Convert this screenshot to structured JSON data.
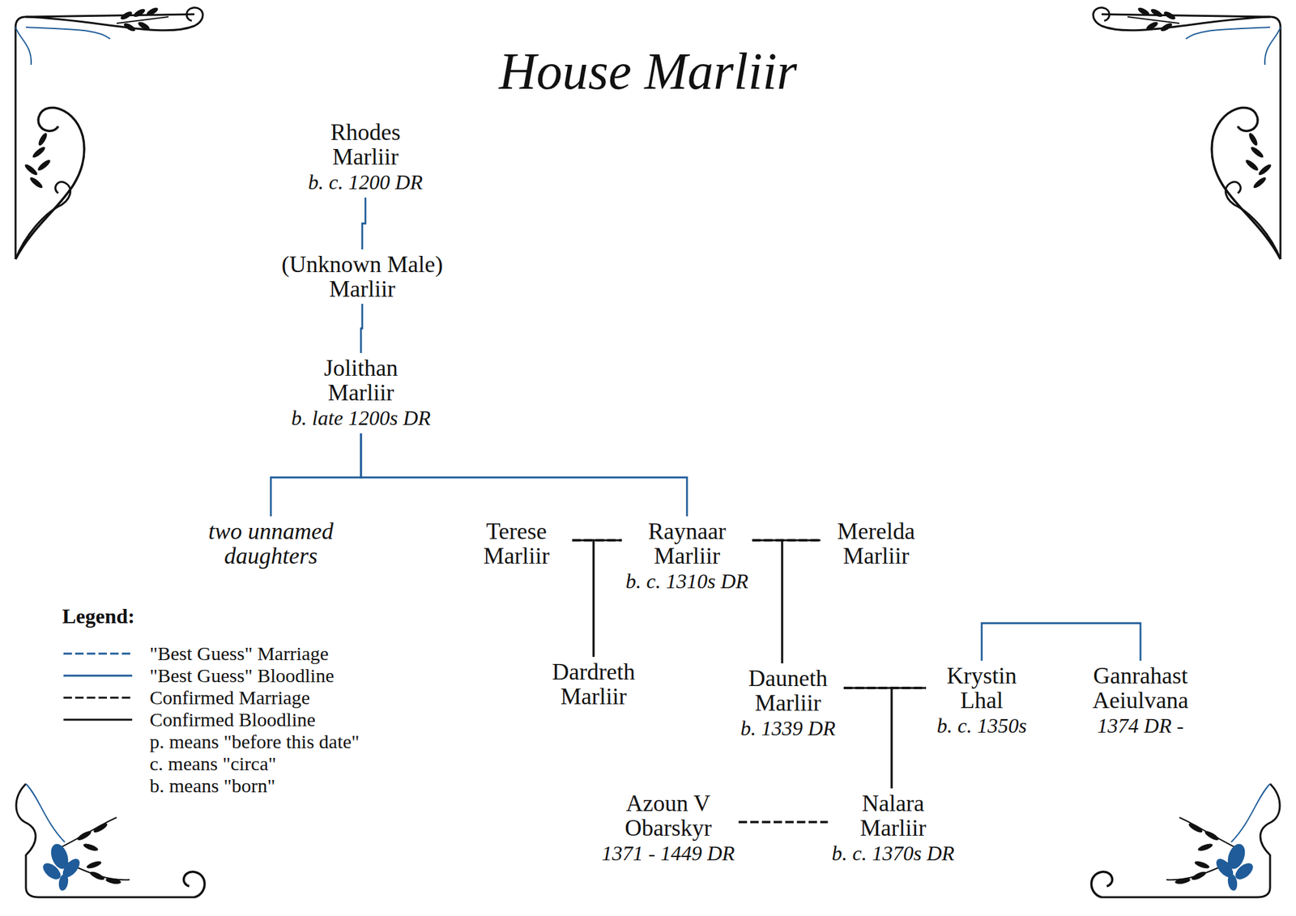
{
  "diagram": {
    "title": "House Marliir",
    "nodes": [
      {
        "text": [
          "Rhodes Marliir",
          "b. c. 1200 DR"
        ]
      },
      {
        "text": [
          "(Unknown Male) Marliir"
        ]
      },
      {
        "text": [
          "Jolithan Marliir",
          "b. late 1200s DR"
        ]
      },
      {
        "text": [
          "two unnamed daughters"
        ]
      },
      {
        "text": [
          "Terese Marliir"
        ]
      },
      {
        "text": [
          "Raynaar Marliir",
          "b. c. 1310s DR"
        ]
      },
      {
        "text": [
          "Merelda Marliir"
        ]
      },
      {
        "text": [
          "Dardreth Marliir"
        ]
      },
      {
        "text": [
          "Dauneth Marliir",
          "b. 1339 DR"
        ]
      },
      {
        "text": [
          "Krystin Lhal",
          "b. c. 1350s"
        ]
      },
      {
        "text": [
          "Ganrahast Aeiulvana",
          "1374 DR -"
        ]
      },
      {
        "text": [
          "Azoun V Obarskyr",
          "1371 - 1449 DR"
        ]
      },
      {
        "text": [
          "Nalara Marliir",
          "b. c. 1370s DR"
        ]
      }
    ],
    "edges": [
      {
        "from": 0,
        "to": 1,
        "arrow": "none"
      },
      {
        "from": 1,
        "to": 2,
        "arrow": "none"
      },
      {
        "from": 2,
        "to": 3,
        "arrow": "none"
      },
      {
        "from": 2,
        "to": 5,
        "arrow": "none"
      },
      {
        "from": 4,
        "to": 5,
        "arrow": "none"
      },
      {
        "from": 5,
        "to": 6,
        "arrow": "none"
      },
      {
        "from": 4,
        "to": 7,
        "arrow": "none"
      },
      {
        "from": 5,
        "to": 7,
        "arrow": "none"
      },
      {
        "from": 5,
        "to": 8,
        "arrow": "none"
      },
      {
        "from": 6,
        "to": 8,
        "arrow": "none"
      },
      {
        "from": 8,
        "to": 9,
        "arrow": "none"
      },
      {
        "from": 8,
        "to": 12,
        "arrow": "none"
      },
      {
        "from": 9,
        "to": 12,
        "arrow": "none"
      },
      {
        "from": 9,
        "to": 10,
        "arrow": "none"
      },
      {
        "from": 11,
        "to": 12,
        "arrow": "none"
      }
    ],
    "labels": [
      "Legend:",
      "p. means \"before this date\"",
      "c. means \"circa\"",
      "b. means \"born\""
    ],
    "legend": [
      {
        "text": "\"Best Guess\" Marriage"
      },
      {
        "text": "\"Best Guess\" Bloodline"
      },
      {
        "text": "Confirmed Marriage"
      },
      {
        "text": "Confirmed Bloodline"
      }
    ]
  }
}
